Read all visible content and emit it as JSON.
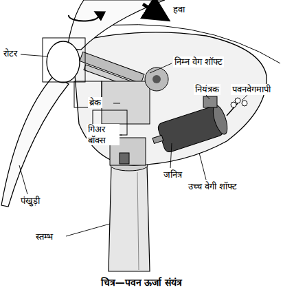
{
  "diagram": {
    "caption": "चित्र—पवन ऊर्जा संयंत्र",
    "labels": [
      "हवा",
      "रोटर",
      "निम्न वेग शॉफ्ट",
      "नियंत्रक",
      "पवनवेगमापी",
      "ब्रेक",
      "गिअर बॉक्स",
      "पंखुड़ी",
      "जनित्र",
      "उच्च वेगी शॉफ्ट",
      "स्तम्भ"
    ]
  }
}
